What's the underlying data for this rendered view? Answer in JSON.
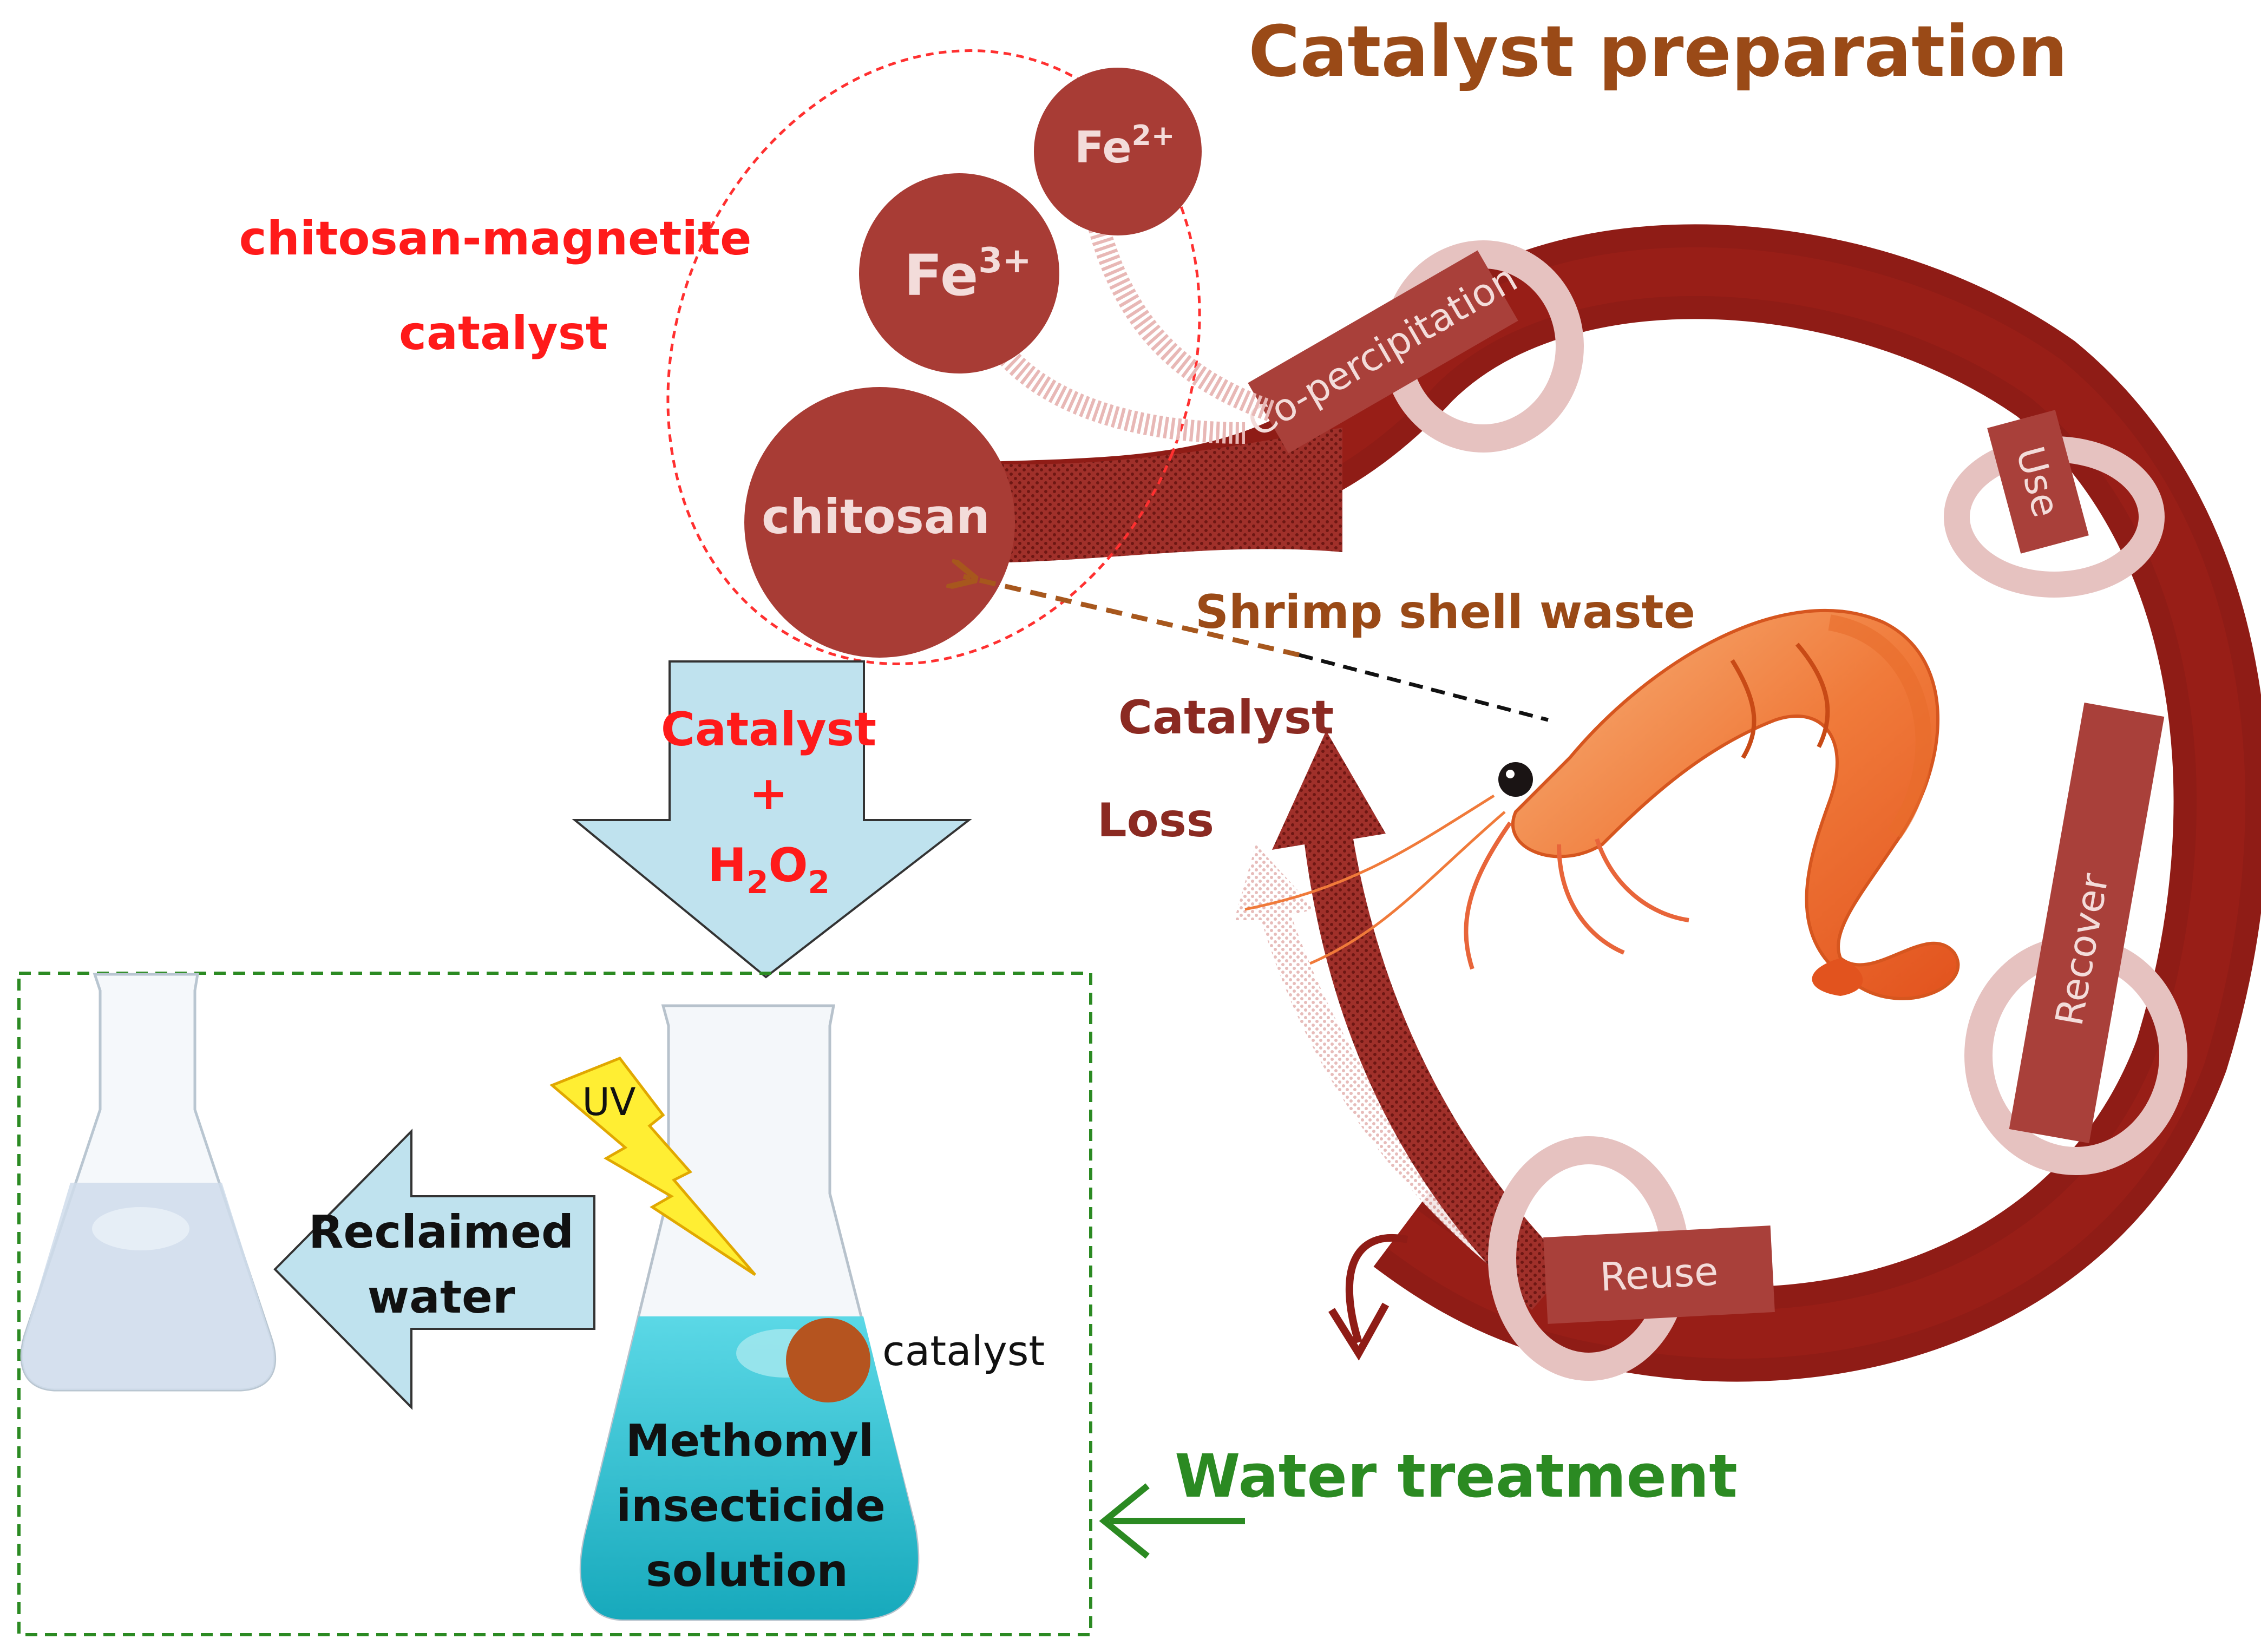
{
  "title": "Catalyst preparation",
  "catalyst_name": {
    "line1": "chitosan-magnetite",
    "line2": "catalyst"
  },
  "ions": {
    "fe2": {
      "base": "Fe",
      "sup": "2+"
    },
    "fe3": {
      "base": "Fe",
      "sup": "3+"
    },
    "chitosan": "chitosan"
  },
  "cycle_steps": {
    "coprecipitation": "Co-percipitation",
    "use": "Use",
    "recover": "Recover",
    "reuse": "Reuse"
  },
  "source": "Shrimp shell waste",
  "loss": {
    "line1": "Catalyst",
    "line2": "Loss"
  },
  "input_arrow": {
    "line1": "Catalyst",
    "line2": "+",
    "h": "H",
    "sub1": "2",
    "o": "O",
    "sub2": "2"
  },
  "uv": "UV",
  "output_arrow": {
    "line1": "Reclaimed",
    "line2": "water"
  },
  "catalyst_label": "catalyst",
  "solution": {
    "line1": "Methomyl",
    "line2": "insecticide",
    "line3": "solution"
  },
  "water_treatment": "Water treatment",
  "colors": {
    "title": "#9a4a17",
    "red_text": "#ff1a1a",
    "dark_red": "#8b1a14",
    "sphere": "#a83c35",
    "ring": "#e6c2c0",
    "green": "#2b8a22",
    "arrow_fill": "#bfe2ee",
    "cyan": "#2ec3d4",
    "catalyst_dot": "#b5541f"
  }
}
